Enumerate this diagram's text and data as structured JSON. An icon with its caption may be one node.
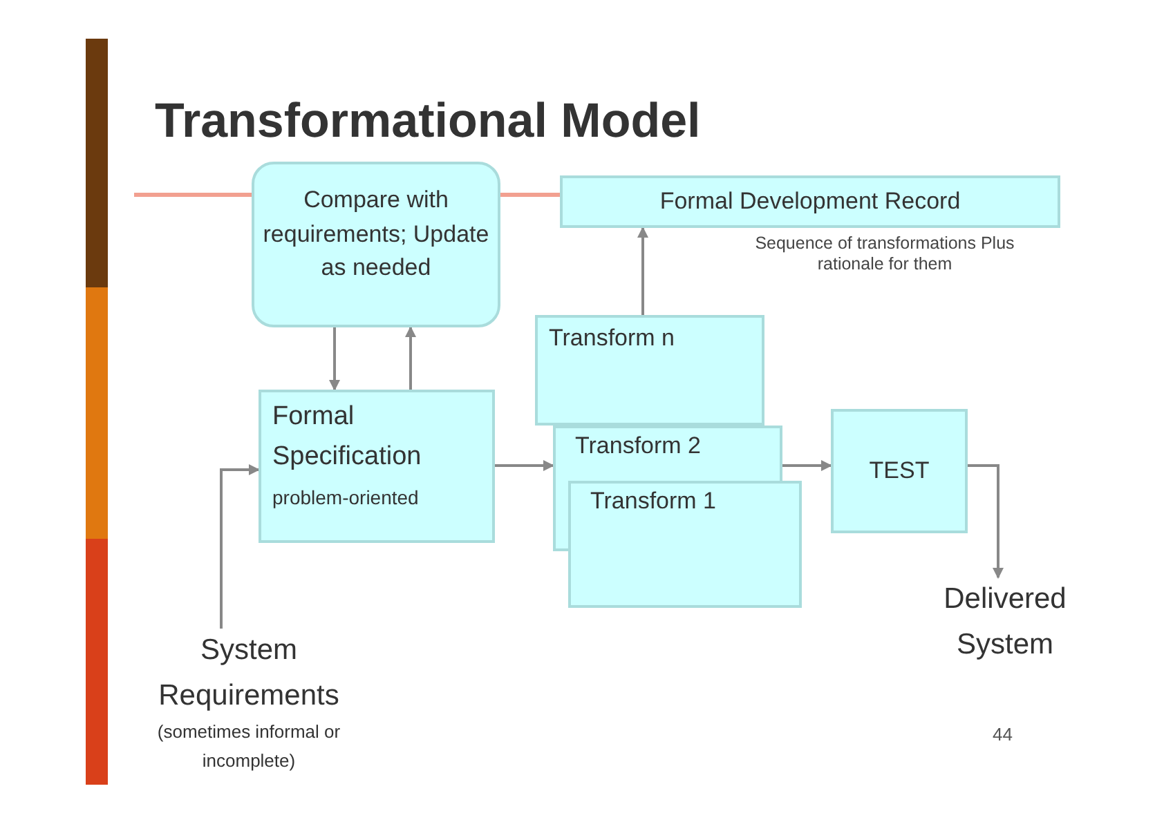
{
  "diagram": {
    "title": "Transformational Model",
    "nodes": [
      {
        "text": [
          "Compare with requirements; Update as needed"
        ]
      },
      {
        "text": [
          "Formal Development Record"
        ],
        "beside": [
          "Sequence of transformations Plus rationale for them"
        ]
      },
      {
        "text": [
          "Transform n"
        ]
      },
      {
        "text": [
          "Formal Specification",
          "problem-oriented"
        ]
      },
      {
        "text": [
          "Transform 2"
        ]
      },
      {
        "text": [
          "Transform 1"
        ]
      },
      {
        "text": [
          "TEST"
        ]
      },
      {
        "text": [
          "Delivered System"
        ]
      },
      {
        "text": [
          "System Requirements",
          "(sometimes informal or incomplete)"
        ]
      }
    ],
    "edges": [
      {
        "from": 8,
        "to": 3,
        "arrow": "to"
      },
      {
        "from": 3,
        "to": 0,
        "arrow": "to"
      },
      {
        "from": 0,
        "to": 3,
        "arrow": "to"
      },
      {
        "from": 3,
        "to": 4,
        "arrow": "to"
      },
      {
        "from": 2,
        "to": 1,
        "arrow": "to"
      },
      {
        "from": 4,
        "to": 6,
        "arrow": "to"
      },
      {
        "from": 6,
        "to": 7,
        "arrow": "to"
      }
    ],
    "labels": [
      "44"
    ]
  }
}
